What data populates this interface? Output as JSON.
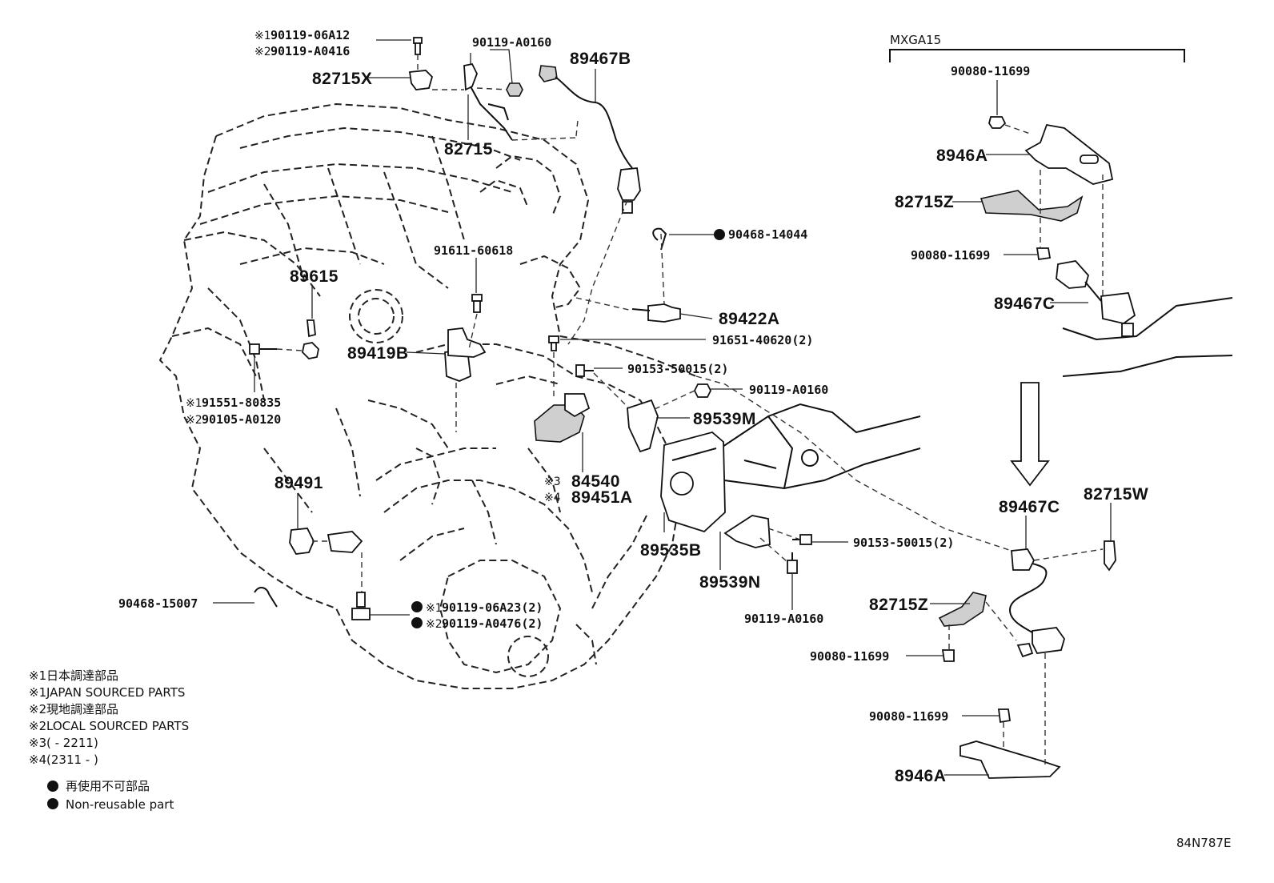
{
  "model_label": "MXGA15",
  "diagram_code": "84N787E",
  "marks": {
    "x1": "※1",
    "x2": "※2",
    "x3": "※3",
    "x4": "※4"
  },
  "labels": {
    "p_901190 6A12": "90119-06A12",
    "p_90119A0416": "90119-A0416",
    "p_90119A0160_top": "90119-A0160",
    "p_89467B": "89467B",
    "p_82715X": "82715X",
    "p_82715": "82715",
    "p_9161160618": "91611-60618",
    "p_89615": "89615",
    "p_9046814044": "90468-14044",
    "p_89422A": "89422A",
    "p_9165140620": "91651-40620(2)",
    "p_89419B": "89419B",
    "p_9015350015_a": "90153-50015(2)",
    "p_90119A0160_mid": "90119-A0160",
    "p_9155180835": "91551-80835",
    "p_90105A0120": "90105-A0120",
    "p_89539M": "89539M",
    "p_84540": "84540",
    "p_89451A": "89451A",
    "p_89491": "89491",
    "p_89535B": "89535B",
    "p_9015350015_b": "90153-50015(2)",
    "p_89539N": "89539N",
    "p_9046815007": "90468-15007",
    "p_9011906A23": "90119-06A23(2)",
    "p_90119A0476": "90119-A0476(2)",
    "p_90119A0160_bot": "90119-A0160",
    "r_9008011699_a": "90080-11699",
    "r_8946A_top": "8946A",
    "r_82715Z_top": "82715Z",
    "r_9008011699_b": "90080-11699",
    "r_89467C_top": "89467C",
    "r_89467C_bot": "89467C",
    "r_82715W": "82715W",
    "r_82715Z_bot": "82715Z",
    "r_9008011699_c": "90080-11699",
    "r_9008011699_d": "90080-11699",
    "r_8946A_bot": "8946A"
  },
  "legend": [
    {
      "mark": "※1",
      "text": "日本調達部品"
    },
    {
      "mark": "※1",
      "text": "JAPAN SOURCED PARTS"
    },
    {
      "mark": "※2",
      "text": "現地調達部品"
    },
    {
      "mark": "※2",
      "text": "LOCAL SOURCED PARTS"
    },
    {
      "mark": "※3",
      "text": "(        - 2211)"
    },
    {
      "mark": "※4",
      "text": "(2311 -        )"
    }
  ],
  "legend_bullets": [
    {
      "text": "再使用不可部品"
    },
    {
      "text": "Non-reusable part"
    }
  ],
  "colors": {
    "ink": "#111111",
    "paper": "#ffffff",
    "shade": "#cfcfcf"
  }
}
